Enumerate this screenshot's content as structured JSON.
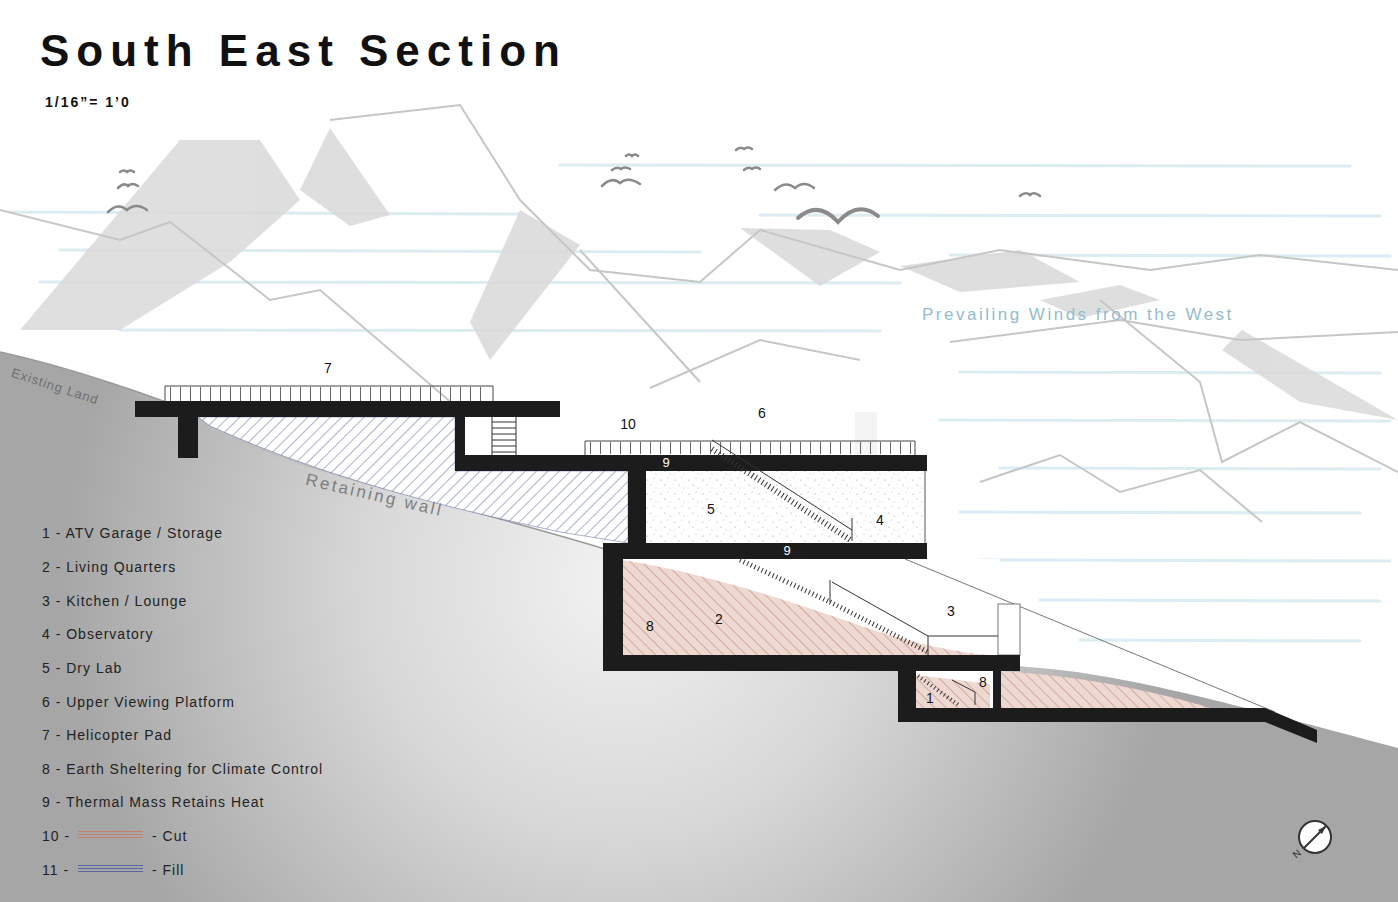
{
  "diagram": {
    "title": "South East Section",
    "labels": [
      "1/16”= 1’0",
      "Existing Land",
      "Retaining wall",
      "Prevailing Winds from the West",
      "7",
      "10",
      "6",
      "9",
      "5",
      "4",
      "9",
      "8",
      "2",
      "3",
      "8",
      "1",
      "10 -",
      "11 -",
      "N"
    ],
    "legend": [
      {
        "text": "1 - ATV Garage / Storage"
      },
      {
        "text": "2 - Living Quarters"
      },
      {
        "text": "3 - Kitchen / Lounge"
      },
      {
        "text": "4 - Observatory"
      },
      {
        "text": "5 - Dry Lab"
      },
      {
        "text": "6 - Upper Viewing Platform"
      },
      {
        "text": "7 - Helicopter Pad"
      },
      {
        "text": "8 - Earth Sheltering for Climate Control"
      },
      {
        "text": "9 - Thermal Mass Retains Heat"
      },
      {
        "text": "- Cut",
        "color": "#c4806f"
      },
      {
        "text": "- Fill",
        "color": "#5a64a0"
      }
    ]
  }
}
